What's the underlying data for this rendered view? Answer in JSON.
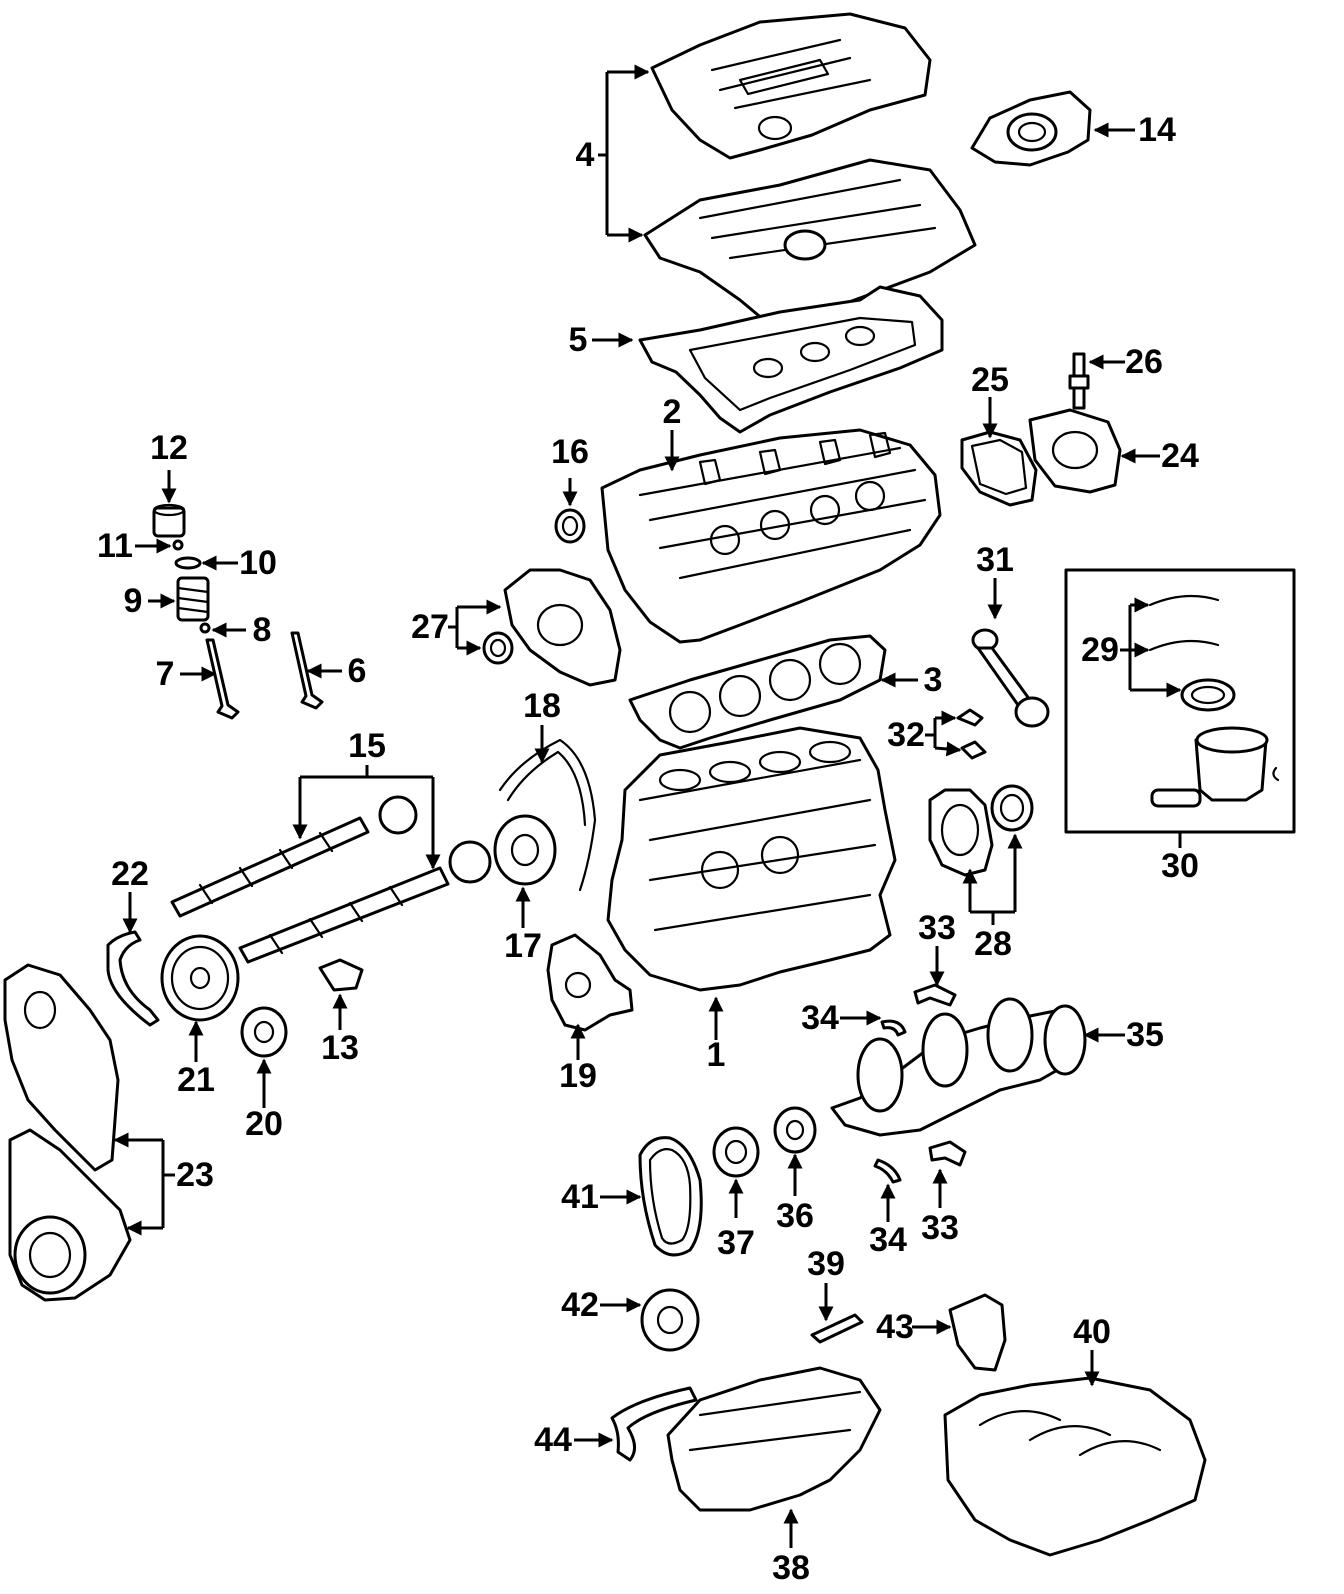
{
  "diagram": {
    "callouts": {
      "c1": "1",
      "c2": "2",
      "c3": "3",
      "c4": "4",
      "c5": "5",
      "c6": "6",
      "c7": "7",
      "c8": "8",
      "c9": "9",
      "c10": "10",
      "c11": "11",
      "c12": "12",
      "c13": "13",
      "c14": "14",
      "c15": "15",
      "c16": "16",
      "c17": "17",
      "c18": "18",
      "c19": "19",
      "c20": "20",
      "c21": "21",
      "c22": "22",
      "c23": "23",
      "c24": "24",
      "c25": "25",
      "c26": "26",
      "c27": "27",
      "c28": "28",
      "c29": "29",
      "c30": "30",
      "c31": "31",
      "c32": "32",
      "c33a": "33",
      "c33b": "33",
      "c34a": "34",
      "c34b": "34",
      "c35": "35",
      "c36": "36",
      "c37": "37",
      "c38": "38",
      "c39": "39",
      "c40": "40",
      "c41": "41",
      "c42": "42",
      "c43": "43",
      "c44": "44"
    }
  }
}
